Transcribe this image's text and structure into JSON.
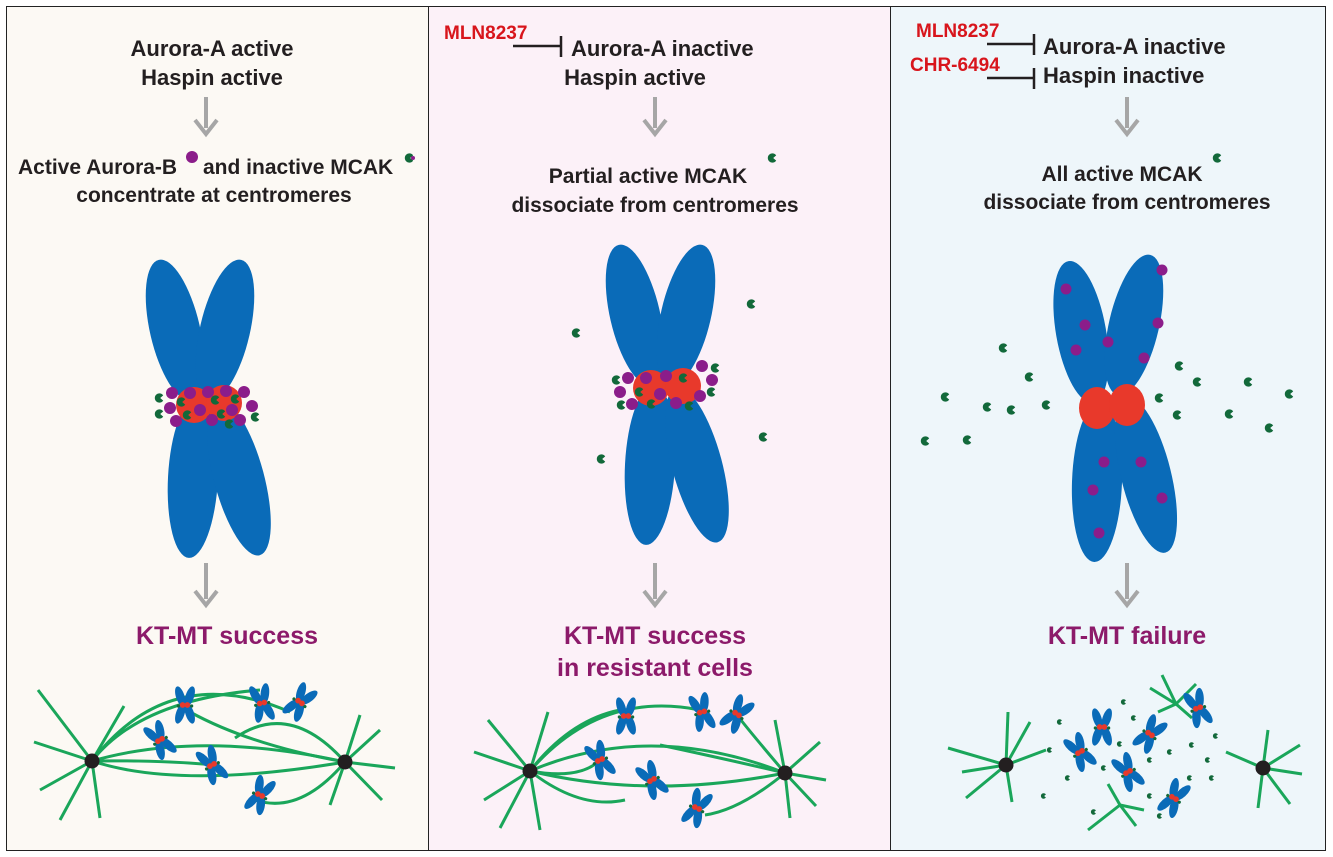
{
  "panels": [
    {
      "id": "control",
      "background": "#fcf9f4",
      "state_line1": "Aurora-A active",
      "state_line2": "Haspin active",
      "result_line1": "Active Aurora-B",
      "result_line1b": "and inactive MCAK",
      "result_line2": "concentrate at centromeres",
      "outcome_line1": "KT-MT success"
    },
    {
      "id": "mln8237",
      "background": "#fcf1f8",
      "drug1": "MLN8237",
      "state_line1": "Aurora-A inactive",
      "state_line2": "Haspin active",
      "result_line1": "Partial active MCAK",
      "result_line2": "dissociate from centromeres",
      "outcome_line1": "KT-MT success",
      "outcome_line2": "in resistant cells"
    },
    {
      "id": "combo",
      "background": "#eef6fa",
      "drug1": "MLN8237",
      "drug2": "CHR-6494",
      "state_line1": "Aurora-A inactive",
      "state_line2": "Haspin inactive",
      "result_line1": "All active MCAK",
      "result_line2": "dissociate from centromeres",
      "outcome_line1": "KT-MT failure"
    }
  ],
  "colors": {
    "chromosome": "#0a6bb8",
    "centromere": "#e8392b",
    "aurora_b": "#8b1d8a",
    "mcak": "#12693a",
    "microtubule": "#1aa65a",
    "arrow": "#a6a6a6",
    "drug_text": "#d8151c",
    "outcome_text": "#8c1a6a"
  }
}
